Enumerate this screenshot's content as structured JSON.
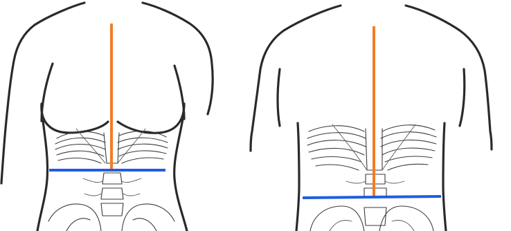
{
  "figures": [
    {
      "id": "female-torso",
      "view": "front"
    },
    {
      "id": "male-torso",
      "view": "front"
    }
  ],
  "colors": {
    "vertical_line": "#f07d28",
    "horizontal_line": "#1e5ee0",
    "outline": "#2a2a2a",
    "background": "#ffffff"
  }
}
